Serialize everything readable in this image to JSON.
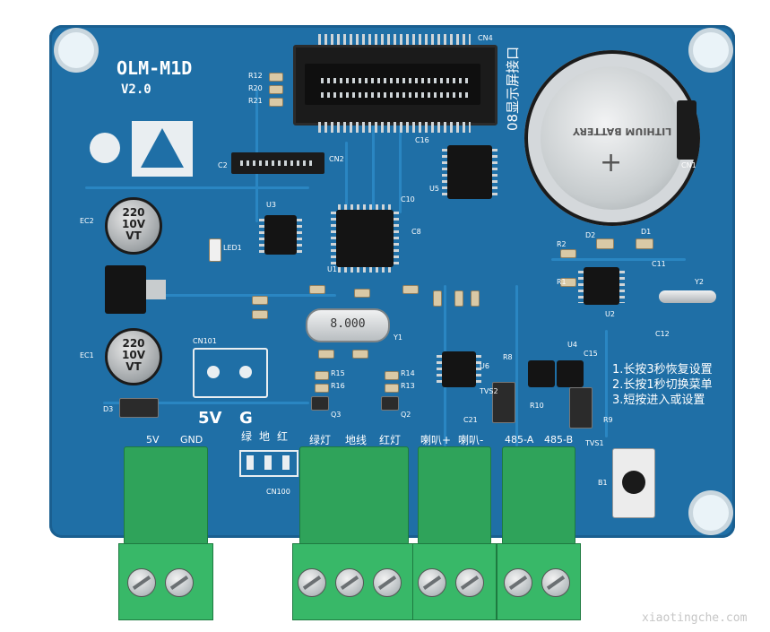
{
  "board": {
    "title": "OLM-M1D",
    "version": "V2.0",
    "header_label": "CN4",
    "display_port_label": "08显示屏接口",
    "battery_label": "CN1",
    "battery_text": "LITHIUM BATTERY",
    "power_connector_label": "CN101",
    "crystal_value": "8.000",
    "cap_top": "220",
    "cap_mid": "10V",
    "cap_bot": "VT",
    "cap1_label": "EC2",
    "cap2_label": "EC1",
    "watermark": "xiaotingche.com",
    "instructions": [
      "1.长按3秒恢复设置",
      "2.长按1秒切换菜单",
      "3.短按进入或设置"
    ],
    "power_labels": {
      "v5": "5V",
      "g": "G"
    },
    "terminal_labels": [
      "5V",
      "GND",
      "绿灯",
      "地线",
      "红灯",
      "喇叭+",
      "喇叭-",
      "485-A",
      "485-B"
    ],
    "jumper_labels": [
      "绿",
      "地",
      "红"
    ],
    "jumper_ref": "CN100",
    "button_ref": "B1",
    "components": {
      "r12": "R12",
      "r20": "R20",
      "r21": "R21",
      "u3": "U3",
      "u1": "U1",
      "u5": "U5",
      "u2": "U2",
      "u4": "U4",
      "u6": "U6",
      "y1": "Y1",
      "y2": "Y2",
      "c16": "C16",
      "c10": "C10",
      "c8": "C8",
      "c11": "C11",
      "c12": "C12",
      "c15": "C15",
      "c21": "C21",
      "d1": "D1",
      "d2": "D2",
      "d3": "D3",
      "led1": "LED1",
      "q3": "Q3",
      "q2": "Q2",
      "r14": "R14",
      "r13": "R13",
      "r15": "R15",
      "r16": "R16",
      "r1": "R1",
      "r2": "R2",
      "r9": "R9",
      "r10": "R10",
      "r8": "R8",
      "tvs1": "TVS1",
      "tvs2": "TVS2",
      "cn2": "CN2",
      "c2": "C2"
    }
  }
}
